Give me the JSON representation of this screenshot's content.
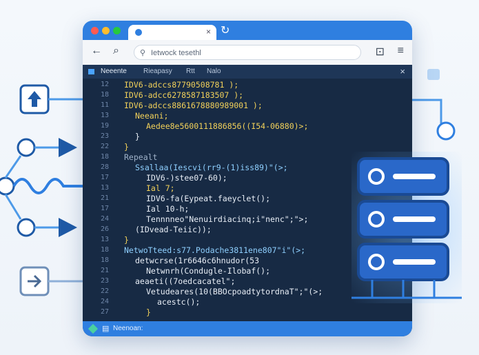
{
  "browser": {
    "tab_close": "×",
    "new_tab_icon": "refresh-icon",
    "url_text": "Ietwock tesethl",
    "toolbar_icons": [
      "back-arrow-icon",
      "search-icon",
      "extension-icon",
      "menu-icon"
    ]
  },
  "editor": {
    "header": {
      "title": "Neeente",
      "items": [
        "Rieapasy",
        "Rtt",
        "Nalo"
      ],
      "close": "×"
    },
    "lines": [
      {
        "num": "12",
        "text": "IDV6-adccs87790508781 );",
        "indent": 0,
        "color": "yellow"
      },
      {
        "num": "18",
        "text": "IDV6-adcc6278587183507 );",
        "indent": 0,
        "color": "yellow"
      },
      {
        "num": "11",
        "text": "IDV6-adccs8861678880989001 );",
        "indent": 0,
        "color": "yellow"
      },
      {
        "num": "13",
        "text": "Neeani;",
        "indent": 1,
        "color": "yellow"
      },
      {
        "num": "19",
        "text": "Aedee8e5600111886856((I54-06880)>;",
        "indent": 2,
        "color": "yellow"
      },
      {
        "num": "23",
        "text": "}",
        "indent": 1,
        "color": "white"
      },
      {
        "num": "22",
        "text": "}",
        "indent": 0,
        "color": "yellow"
      },
      {
        "num": "18",
        "text": "Repealt",
        "indent": 0,
        "color": "gray"
      },
      {
        "num": "28",
        "text": "Ssallaa(Iescvi(rr9-(1)iss89)\"(>;",
        "indent": 1,
        "color": "blue"
      },
      {
        "num": "17",
        "text": "IDV6-)stee07-60);",
        "indent": 2,
        "color": "white"
      },
      {
        "num": "13",
        "text": "Ial 7;",
        "indent": 2,
        "color": "yellow"
      },
      {
        "num": "21",
        "text": "IDV6-fa(Eypeat.faeyclet();",
        "indent": 2,
        "color": "white"
      },
      {
        "num": "17",
        "text": "Ial 10-h;",
        "indent": 2,
        "color": "white"
      },
      {
        "num": "24",
        "text": "Tennnneo\"Nenuirdiacinq;i\"nenc\";\">;",
        "indent": 2,
        "color": "white"
      },
      {
        "num": "26",
        "text": "(IDvead-Teiic));",
        "indent": 1,
        "color": "white"
      },
      {
        "num": "13",
        "text": "}",
        "indent": 0,
        "color": "yellow"
      },
      {
        "num": "18",
        "text": "NetwoTteed:s77.Podache3811ene807\"i\"(>;",
        "indent": 0,
        "color": "blue"
      },
      {
        "num": "18",
        "text": "detwcrse(1r6646c6hnudor(53",
        "indent": 1,
        "color": "white"
      },
      {
        "num": "21",
        "text": "Netwnrh(Condugle-Ilobaf();",
        "indent": 2,
        "color": "white"
      },
      {
        "num": "23",
        "text": "aeaeti((7oedcacatel\";",
        "indent": 1,
        "color": "white"
      },
      {
        "num": "22",
        "text": "Vetudeares(10(BBOcpoadtytordnaT\";\"(>;",
        "indent": 2,
        "color": "white"
      },
      {
        "num": "24",
        "text": "acestc();",
        "indent": 3,
        "color": "white"
      },
      {
        "num": "27",
        "text": "}",
        "indent": 2,
        "color": "yellow"
      }
    ]
  },
  "statusbar": {
    "text": "Neenoan:"
  },
  "colors": {
    "accent": "#2f7fe0",
    "editor_bg": "#172a44",
    "yellow": "#f2d15a",
    "blue": "#8fd0ff"
  }
}
